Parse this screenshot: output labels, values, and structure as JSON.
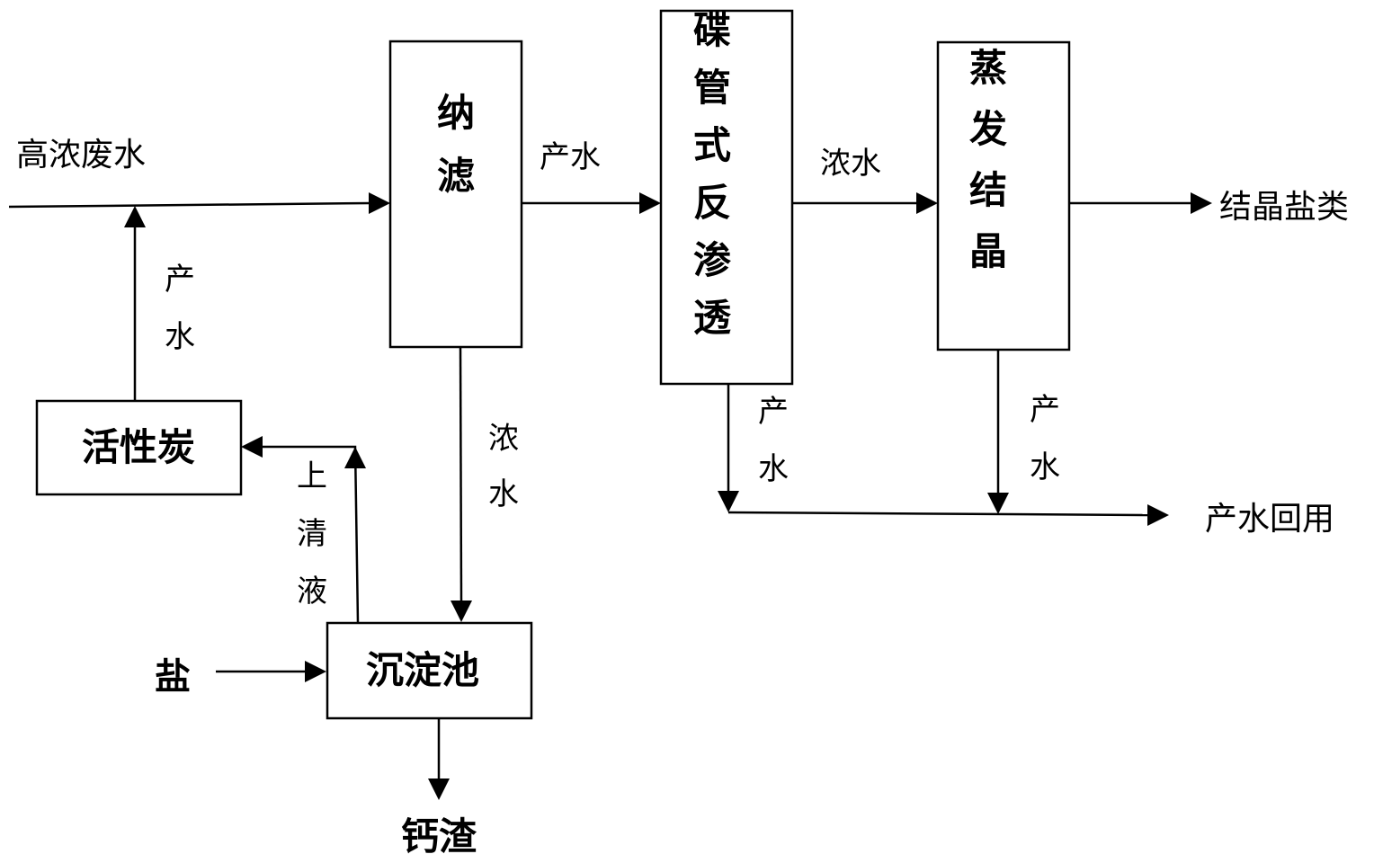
{
  "nodes": {
    "nanofiltration": {
      "label": "纳滤"
    },
    "dtro": {
      "label": "碟管式反渗透"
    },
    "evaporation": {
      "label": "蒸发结晶"
    },
    "activated_carbon": {
      "label": "活性炭"
    },
    "sedimentation_tank": {
      "label": "沉淀池"
    }
  },
  "inputs": {
    "high_conc_wastewater": "高浓废水",
    "salt": "盐"
  },
  "outputs": {
    "crystal_salts": "结晶盐类",
    "water_reuse": "产水回用",
    "calcium_residue": "钙渣"
  },
  "edges": {
    "nf_to_dtro": "产水",
    "dtro_to_evap": "浓水",
    "carbon_to_inlet": "产水",
    "nf_to_sediment": "浓水",
    "sediment_to_carbon": "上清液",
    "dtro_to_reuse": "产水",
    "evap_to_reuse": "产水"
  }
}
